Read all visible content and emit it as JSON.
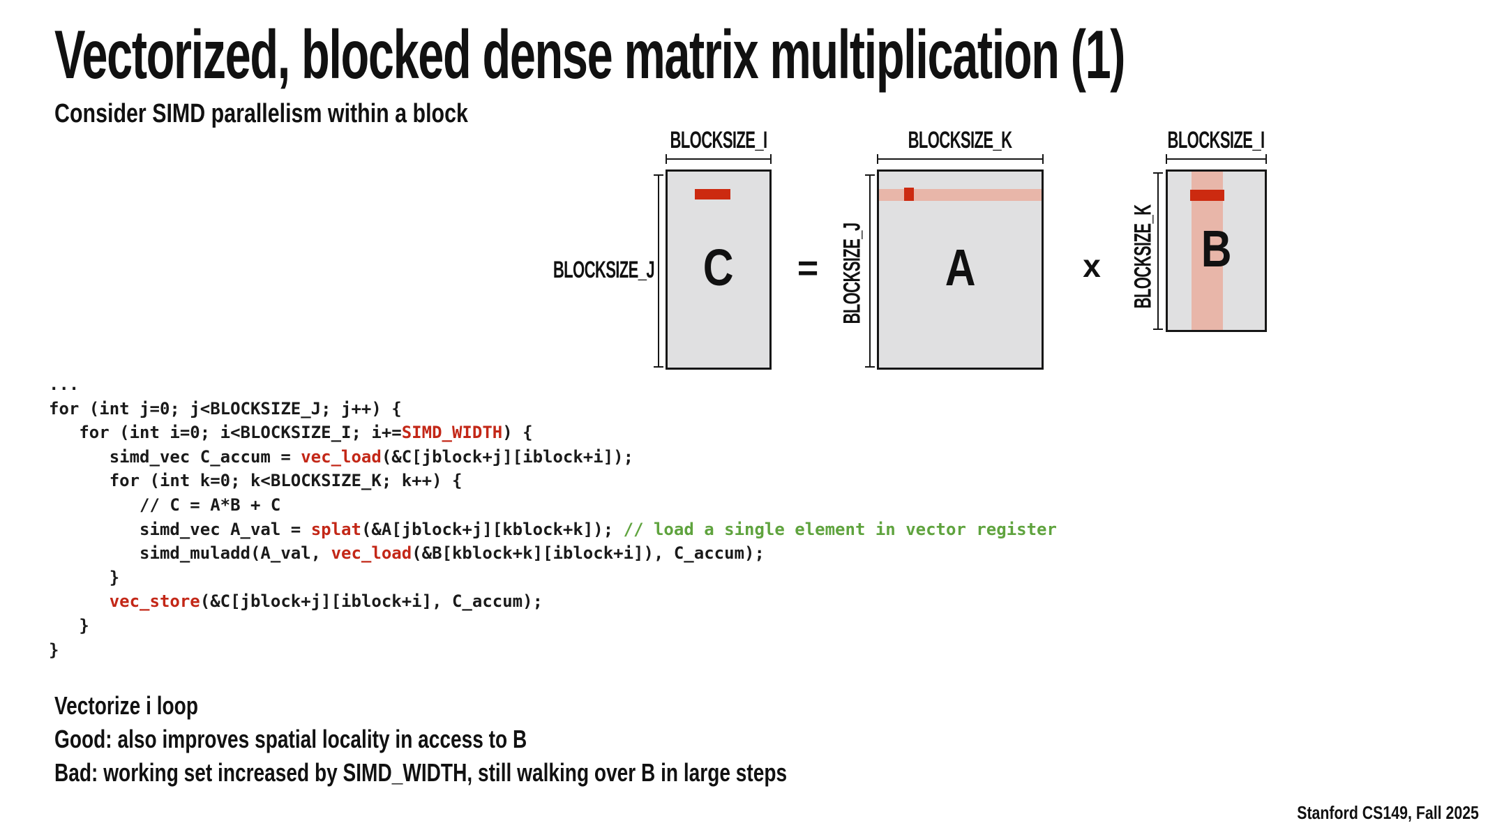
{
  "slide": {
    "title": "Vectorized, blocked dense matrix multiplication (1)",
    "subtitle": "Consider SIMD parallelism within a block",
    "footer": "Stanford CS149, Fall 2025"
  },
  "diagram": {
    "c": {
      "letter": "C",
      "top_label": "BLOCKSIZE_I",
      "side_label": "BLOCKSIZE_J"
    },
    "a": {
      "letter": "A",
      "top_label": "BLOCKSIZE_K",
      "side_label": "BLOCKSIZE_J"
    },
    "b": {
      "letter": "B",
      "top_label": "BLOCKSIZE_I",
      "side_label": "BLOCKSIZE_K"
    },
    "equals_sign": "=",
    "times_sign": "x"
  },
  "code": {
    "lines": [
      [
        {
          "t": "...",
          "k": "plain"
        }
      ],
      [
        {
          "t": "for (int j=0; j<BLOCKSIZE_J; j++) {",
          "k": "plain"
        }
      ],
      [
        {
          "t": "   for (int i=0; i<BLOCKSIZE_I; i+=",
          "k": "plain"
        },
        {
          "t": "SIMD_WIDTH",
          "k": "red"
        },
        {
          "t": ") {",
          "k": "plain"
        }
      ],
      [
        {
          "t": "      simd_vec C_accum = ",
          "k": "plain"
        },
        {
          "t": "vec_load",
          "k": "red"
        },
        {
          "t": "(&C[jblock+j][iblock+i]);",
          "k": "plain"
        }
      ],
      [
        {
          "t": "      for (int k=0; k<BLOCKSIZE_K; k++) {",
          "k": "plain"
        }
      ],
      [
        {
          "t": "         // C = A*B + C",
          "k": "plain"
        }
      ],
      [
        {
          "t": "         simd_vec A_val = ",
          "k": "plain"
        },
        {
          "t": "splat",
          "k": "red"
        },
        {
          "t": "(&A[jblock+j][kblock+k]); ",
          "k": "plain"
        },
        {
          "t": "// load a single element in vector register",
          "k": "green"
        }
      ],
      [
        {
          "t": "         simd_muladd(A_val, ",
          "k": "plain"
        },
        {
          "t": "vec_load",
          "k": "red"
        },
        {
          "t": "(&B[kblock+k][iblock+i]), C_accum);",
          "k": "plain"
        }
      ],
      [
        {
          "t": "      }",
          "k": "plain"
        }
      ],
      [
        {
          "t": "      ",
          "k": "plain"
        },
        {
          "t": "vec_store",
          "k": "red"
        },
        {
          "t": "(&C[jblock+j][iblock+i], C_accum);",
          "k": "plain"
        }
      ],
      [
        {
          "t": "   }",
          "k": "plain"
        }
      ],
      [
        {
          "t": "}",
          "k": "plain"
        }
      ]
    ]
  },
  "notes": [
    "Vectorize i loop",
    "Good: also improves spatial locality in access to B",
    "Bad: working set increased by SIMD_WIDTH, still walking over B in large steps"
  ],
  "colors": {
    "highlight_red": "#cc2a10",
    "highlight_pink": "#e8b6a9",
    "matrix_fill": "#e0e0e1",
    "matrix_border": "#161616",
    "code_keyword_red": "#c32717",
    "code_comment_green": "#5fa33e"
  }
}
